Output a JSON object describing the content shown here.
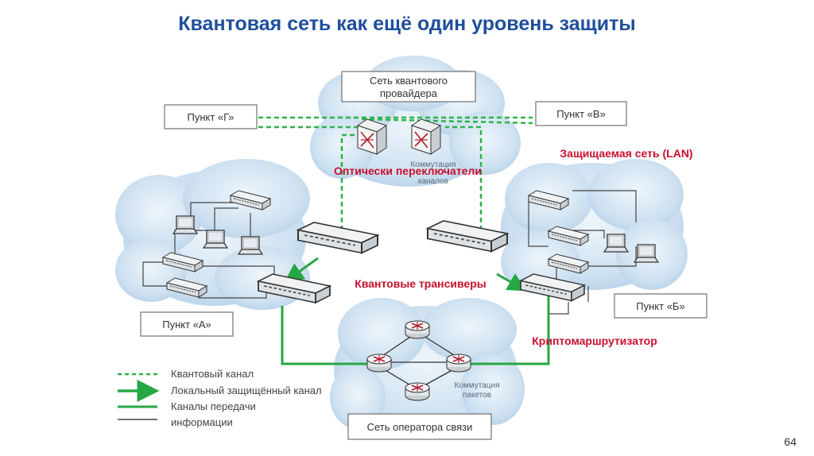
{
  "title": "Квантовая сеть как ещё один уровень защиты",
  "boxes": {
    "provider": [
      "Сеть квантового",
      "провайдера"
    ],
    "point_g": "Пункт «Г»",
    "point_v": "Пункт «В»",
    "point_a": "Пункт «А»",
    "point_b": "Пункт «Б»",
    "operator": "Сеть оператора связи"
  },
  "red_labels": {
    "optical_switches": "Оптически переключатели",
    "protected_net": "Защищаемая сеть (LAN)",
    "quantum_transceivers": "Квантовые трансиверы",
    "crypto_router": "Криптомаршрутизатор"
  },
  "gray_labels": {
    "circuit_switching": [
      "Коммутация",
      "каналов"
    ],
    "packet_switching": [
      "Коммутация",
      "пакетов"
    ]
  },
  "legend": {
    "quantum_channel": "Квантовый канал",
    "local_secure": "Локальный защищённый канал",
    "transmission": [
      "Каналы передачи",
      "информации"
    ]
  },
  "colors": {
    "title": "#1f4e9c",
    "red_label": "#c8102e",
    "quantum_dashed": "#2db34a",
    "secure_solid": "#27a744",
    "cloud": "#c6dcee"
  },
  "page_number": "64"
}
